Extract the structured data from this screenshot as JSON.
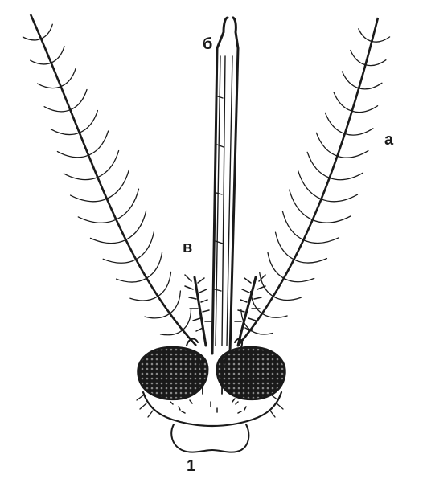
{
  "labels": {
    "antenna": "а",
    "proboscis": "б",
    "palp": "в",
    "figure_number": "1"
  },
  "colors": {
    "ink": "#1a1a1a",
    "paper": "#ffffff"
  }
}
